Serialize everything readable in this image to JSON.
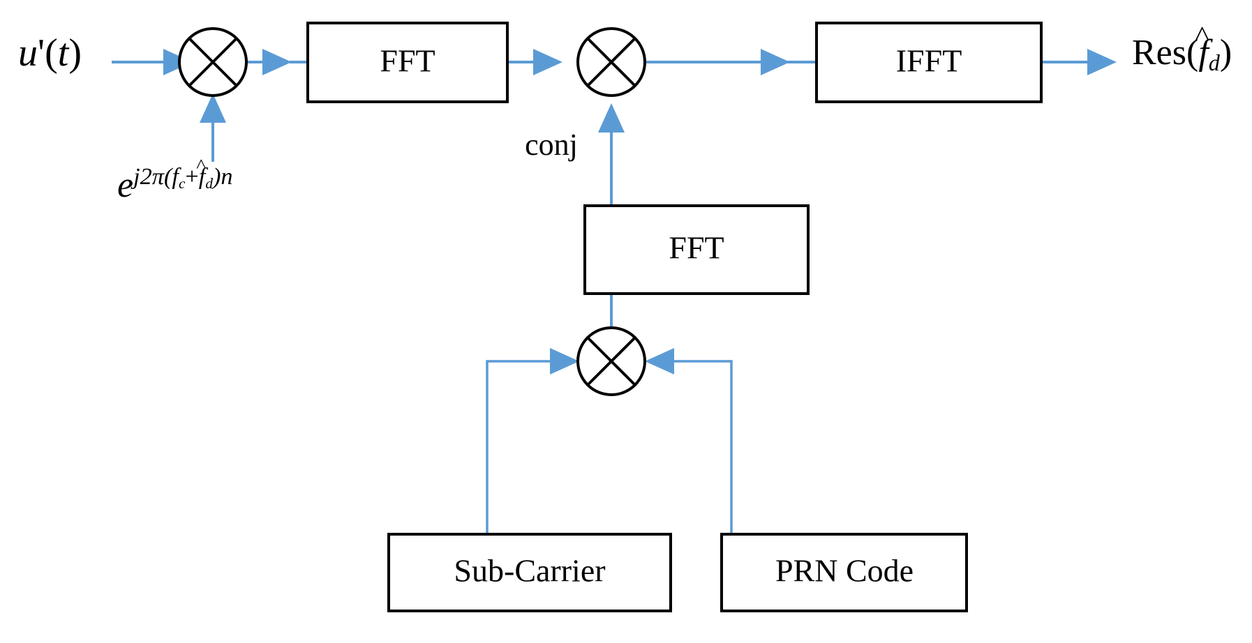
{
  "diagram": {
    "title": "FFT-based acquisition correlation block diagram",
    "accent_color": "#5B9BD5",
    "line_color": "#000000",
    "background": "#ffffff"
  },
  "blocks": [
    {
      "id": "fft-top",
      "label": "FFT"
    },
    {
      "id": "ifft",
      "label": "IFFT"
    },
    {
      "id": "fft-middle",
      "label": "FFT"
    },
    {
      "id": "sub-carrier",
      "label": "Sub-Carrier"
    },
    {
      "id": "prn-code",
      "label": "PRN Code"
    }
  ],
  "mixers": [
    {
      "id": "mixer-input",
      "symbol": "cross-circle"
    },
    {
      "id": "mixer-corr",
      "symbol": "cross-circle"
    },
    {
      "id": "mixer-bottom",
      "symbol": "cross-circle"
    }
  ],
  "labels": {
    "input_signal": "u'(t)",
    "local_oscillator": "e^{j2π(f_c + f̂_d)n}",
    "conjugate": "conj",
    "output_signal": "Res(f̂_d)"
  },
  "math": {
    "input": {
      "var": "u",
      "prime": "'",
      "open": "(",
      "arg": "t",
      "close": ")"
    },
    "lo": {
      "base": "e",
      "exponent_prefix": "j2π(",
      "f_carrier": "f",
      "f_carrier_sub": "c",
      "plus": "+",
      "f_doppler": "f",
      "f_doppler_sub": "d",
      "hat": "˄",
      "exponent_suffix": ")n"
    },
    "output": {
      "prefix": "Res(",
      "f": "f",
      "f_sub": "d",
      "hat": "˄",
      "suffix": ")"
    }
  },
  "connections": [
    {
      "from": "input_signal",
      "to": "mixer-input",
      "direction": "right"
    },
    {
      "from": "local_oscillator",
      "to": "mixer-input",
      "direction": "up"
    },
    {
      "from": "mixer-input",
      "to": "fft-top",
      "direction": "right"
    },
    {
      "from": "fft-top",
      "to": "mixer-corr",
      "direction": "right"
    },
    {
      "from": "fft-middle",
      "to": "mixer-corr",
      "direction": "up",
      "annotation": "conj"
    },
    {
      "from": "mixer-corr",
      "to": "ifft",
      "direction": "right"
    },
    {
      "from": "ifft",
      "to": "output_signal",
      "direction": "right"
    },
    {
      "from": "mixer-bottom",
      "to": "fft-middle",
      "direction": "up"
    },
    {
      "from": "sub-carrier",
      "to": "mixer-bottom",
      "direction": "right"
    },
    {
      "from": "prn-code",
      "to": "mixer-bottom",
      "direction": "left"
    }
  ]
}
